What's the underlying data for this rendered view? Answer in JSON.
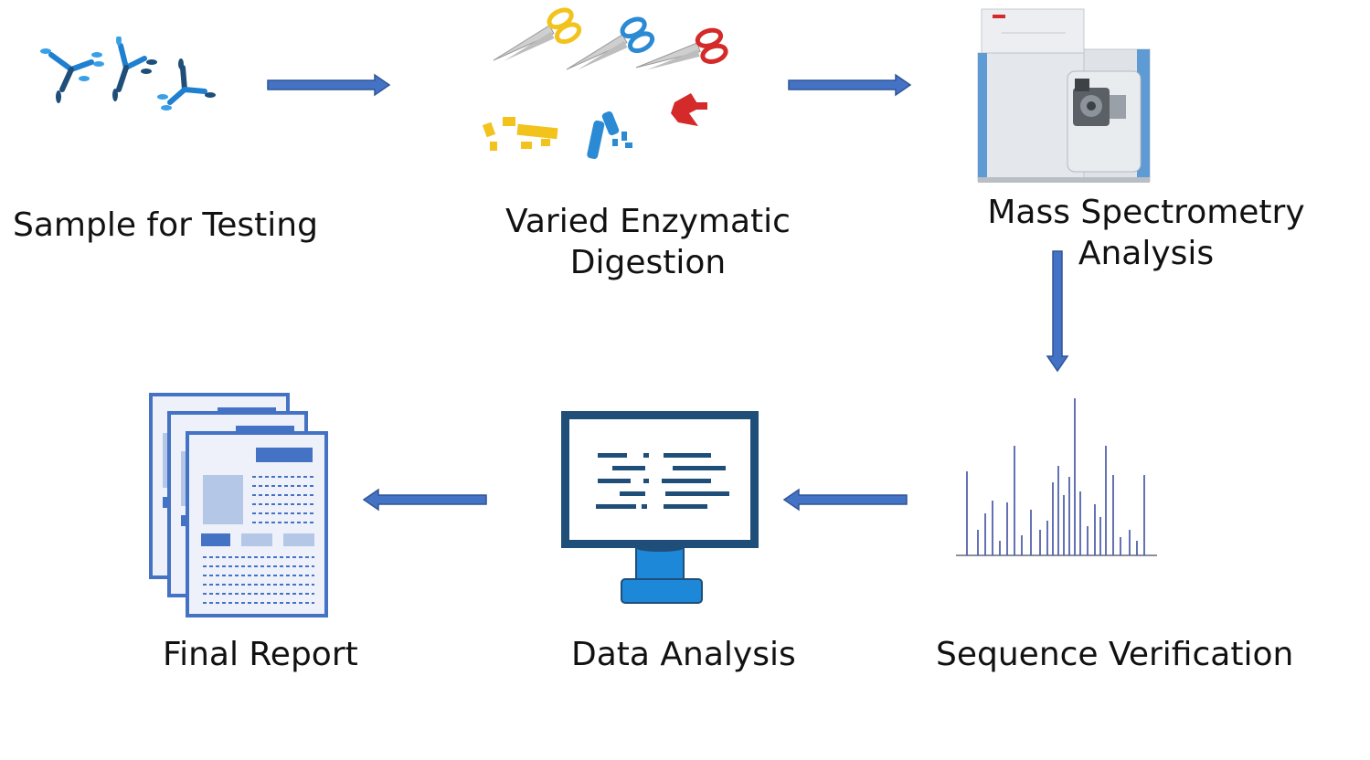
{
  "diagram": {
    "steps": [
      {
        "label": "Sample for Testing",
        "icon": "antibody-icon"
      },
      {
        "label_lines": [
          "Varied Enzymatic",
          "Digestion"
        ],
        "icon": "scissors-icon"
      },
      {
        "label_lines": [
          "Mass Spectrometry",
          "Analysis"
        ],
        "icon": "mass-spectrometer-icon"
      },
      {
        "label": "Sequence Verification",
        "icon": "spectrum-icon"
      },
      {
        "label": "Data Analysis",
        "icon": "monitor-icon"
      },
      {
        "label": "Final Report",
        "icon": "report-icon"
      }
    ],
    "colors": {
      "arrow": "#4472c4",
      "accent_blue": "#1f7fd0",
      "light_blue": "#b4c7e7",
      "dark_blue": "#1f4e79",
      "yellow": "#f2c31c",
      "red": "#d42a2a"
    }
  }
}
